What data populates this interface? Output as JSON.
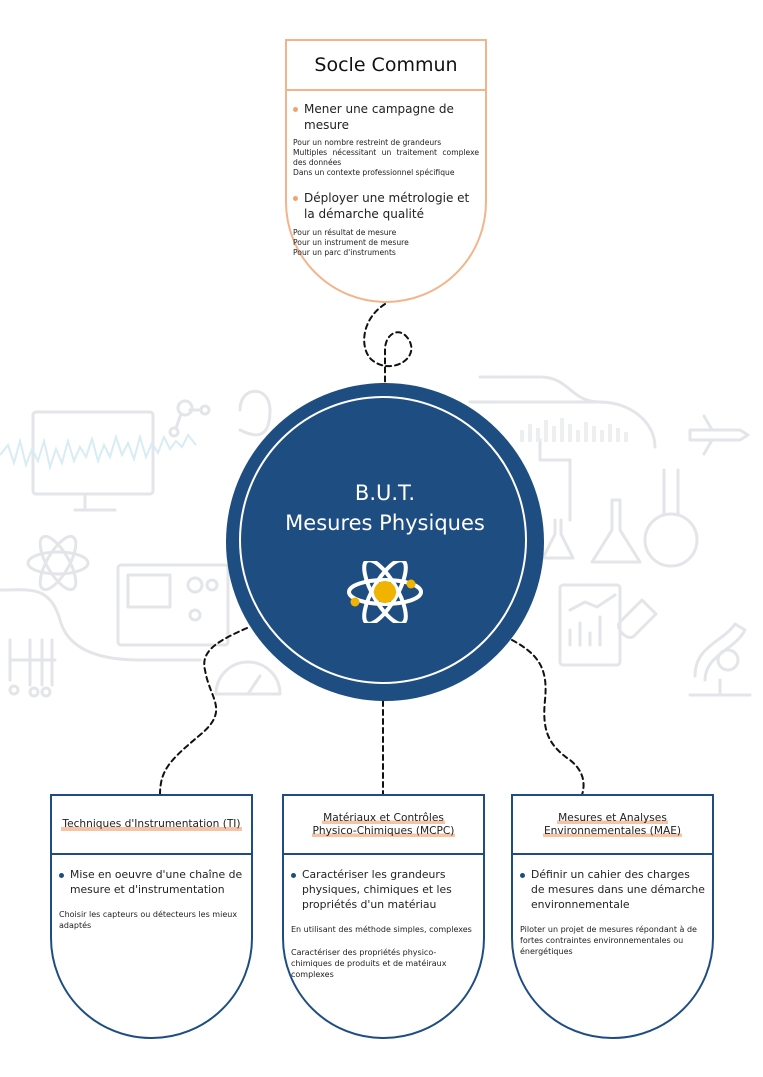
{
  "socle": {
    "title": "Socle Commun",
    "items": [
      {
        "title": "Mener une campagne de mesure",
        "details": [
          "Pour un nombre restreint de grandeurs",
          "Multiples nécessitant un traitement complexe des données",
          "Dans un contexte professionnel spécifique"
        ]
      },
      {
        "title": "Déployer une métrologie et la démarche qualité",
        "details": [
          "Pour un résultat de mesure",
          "Pour un instrument de mesure",
          "Pour un parc d'instruments"
        ]
      }
    ]
  },
  "center": {
    "line1": "B.U.T.",
    "line2": "Mesures Physiques"
  },
  "cards": [
    {
      "title": "Techniques d'Instrumentation (TI)",
      "bullet": "Mise en oeuvre d'une chaîne de mesure et d'instrumentation",
      "details": [
        "Choisir les capteurs ou détecteurs les mieux adaptés"
      ]
    },
    {
      "title_line1": "Matériaux et Contrôles",
      "title_line2": "Physico-Chimiques (MCPC)",
      "bullet": "Caractériser les grandeurs physiques, chimiques et les propriétés d'un matériau",
      "details": [
        "En utilisant des méthode simples, complexes",
        "Caractériser des propriétés physico-chimiques de produits et de matéiraux complexes"
      ]
    },
    {
      "title_line1": "Mesures et Analyses",
      "title_line2": "Environnementales (MAE)",
      "bullet": "Définir un cahier des charges de mesures dans une démarche environnementale",
      "details": [
        "Piloter un projet de mesures répondant à de fortes contraintes environnementales ou énergétiques"
      ]
    }
  ],
  "colors": {
    "navy": "#1e4d82",
    "orange": "#f3b48a",
    "highlight": "#f6c4a4",
    "background_icons": "#e4e6e9",
    "gold": "#f0b400"
  }
}
